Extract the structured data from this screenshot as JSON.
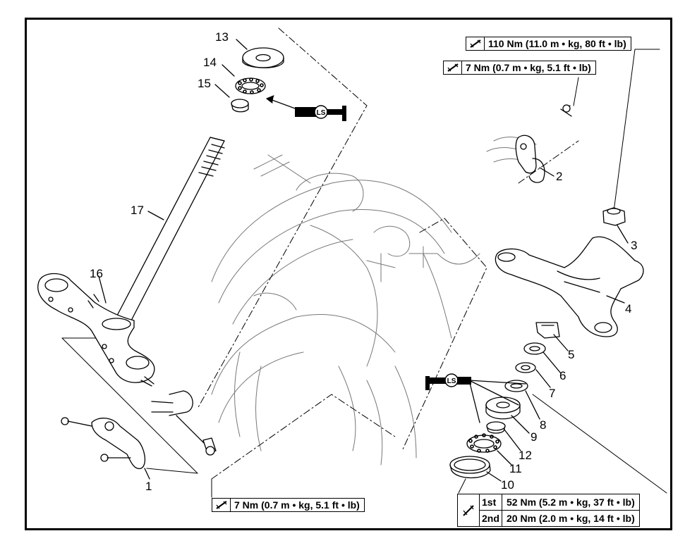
{
  "parts": {
    "p1": "1",
    "p2": "2",
    "p3": "3",
    "p4": "4",
    "p5": "5",
    "p6": "6",
    "p7": "7",
    "p8": "8",
    "p9": "9",
    "p10": "10",
    "p11": "11",
    "p12": "12",
    "p13": "13",
    "p14": "14",
    "p15": "15",
    "p16": "16",
    "p17": "17"
  },
  "torques": {
    "top_nut": "110 Nm (11.0 m • kg, 80 ft • lb)",
    "clamp_bolt": "7 Nm (0.7 m • kg, 5.1 ft • lb)",
    "lower_bolt": "7 Nm (0.7 m • kg, 5.1 ft • lb)"
  },
  "ring_nut_table": {
    "rows": [
      {
        "step": "1st",
        "value": "52 Nm (5.2 m • kg, 37 ft • lb)"
      },
      {
        "step": "2nd",
        "value": "20 Nm (2.0 m • kg, 14 ft • lb)"
      }
    ]
  },
  "grease_tag": "LS",
  "icons": {
    "torque": "torque-wrench-icon",
    "grease": "grease-gun-icon"
  }
}
